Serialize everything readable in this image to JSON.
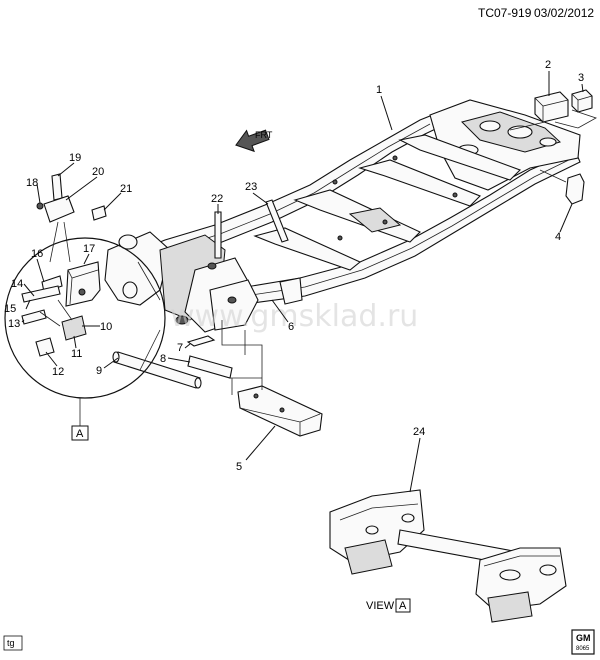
{
  "header": {
    "code": "TC07-919",
    "date": "03/02/2012"
  },
  "watermark": "www.gmsklad.ru",
  "callouts": [
    "1",
    "2",
    "3",
    "4",
    "5",
    "6",
    "7",
    "8",
    "9",
    "10",
    "11",
    "12",
    "13",
    "14",
    "15",
    "16",
    "17",
    "18",
    "19",
    "20",
    "21",
    "22",
    "23",
    "24"
  ],
  "front_arrow": "FRT",
  "detail_tag": "A",
  "view_label": "VIEW",
  "view_tag": "A",
  "corner_left": "tg",
  "logo": {
    "top": "GM",
    "bottom": "8065"
  }
}
